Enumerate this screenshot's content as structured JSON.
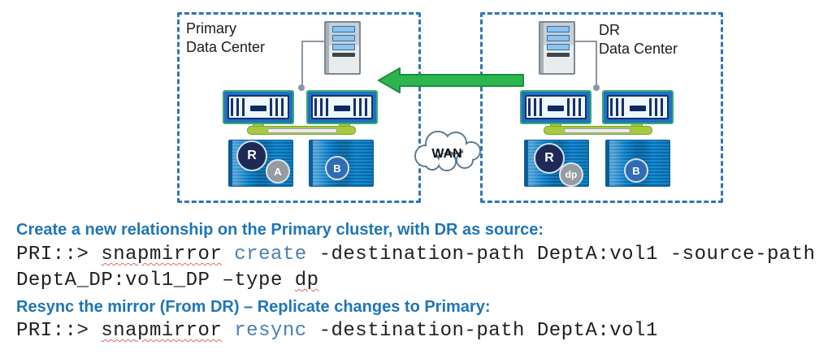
{
  "diagram": {
    "primary_box": {
      "label_line1": "Primary",
      "label_line2": "Data Center",
      "badge_r": "R",
      "badge_a": "A",
      "badge_b": "B"
    },
    "dr_box": {
      "label_line1": "DR",
      "label_line2": "Data Center",
      "badge_r": "R",
      "badge_dp": "dp",
      "badge_b": "B"
    },
    "wan_label": "WAN"
  },
  "colors": {
    "box_border_blue": "#2E75B6",
    "arrow_green": "#2EB44E",
    "arrow_outline_green": "#17913A",
    "heading_blue": "#1E75B8",
    "command_verb_blue": "#4A7FB0",
    "spellcheck_red": "#D96A6A",
    "shelf_blue": "#1286CC",
    "controller_blue": "#1B72C4",
    "controller_edge_teal": "#3AA96D",
    "badge_navy": "#1E2A55",
    "badge_gray": "#949BA1",
    "badge_blue": "#2F6CB5"
  },
  "text_block": {
    "heading1": "Create a new relationship on the Primary cluster, with DR as source:",
    "cmd1": {
      "prompt": "PRI::> ",
      "name": "snapmirror",
      "sp": " ",
      "verb": "create",
      "rest": " -destination-path DeptA:vol1 -source-path"
    },
    "cmd1b": {
      "pre": "DeptA_DP:vol1_DP –type ",
      "misspelled": "dp"
    },
    "heading2": "Resync the mirror (From DR) – Replicate changes to Primary:",
    "cmd2": {
      "prompt": "PRI::> ",
      "name": "snapmirror",
      "sp": " ",
      "verb": "resync",
      "rest": " -destination-path DeptA:vol1"
    }
  }
}
